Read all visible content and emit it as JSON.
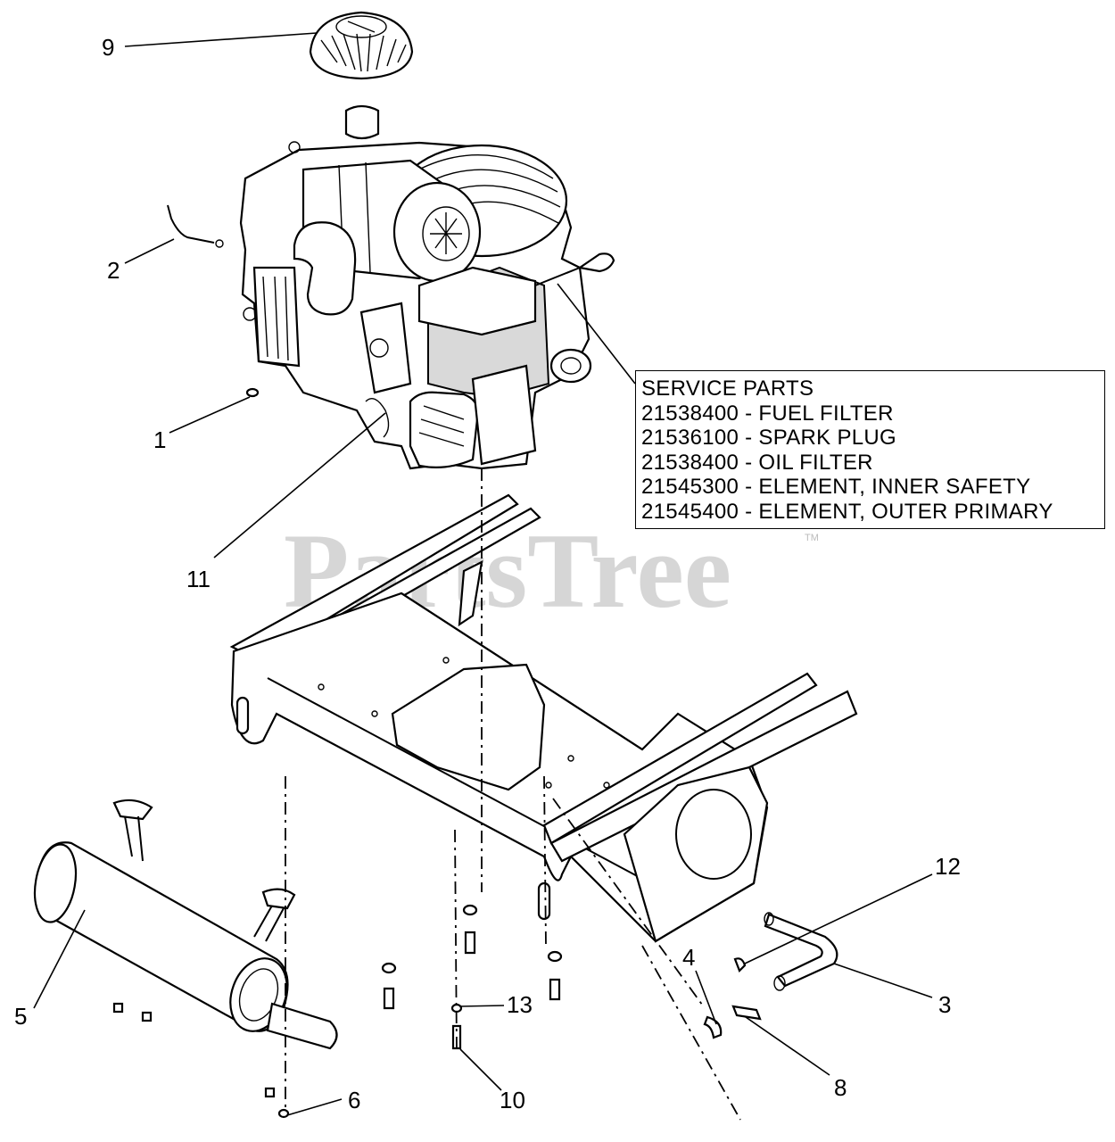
{
  "watermark": {
    "text": "PartsTree",
    "tm": "TM"
  },
  "service_parts": {
    "heading": "SERVICE PARTS",
    "items": [
      "21538400 - FUEL FILTER",
      "21536100 - SPARK PLUG",
      "21538400 - OIL FILTER",
      "21545300 - ELEMENT, INNER SAFETY",
      "21545400 - ELEMENT, OUTER PRIMARY"
    ]
  },
  "callouts": {
    "c1": "1",
    "c2": "2",
    "c3": "3",
    "c4": "4",
    "c5": "5",
    "c6": "6",
    "c8": "8",
    "c9": "9",
    "c10": "10",
    "c11": "11",
    "c12": "12",
    "c13": "13"
  }
}
